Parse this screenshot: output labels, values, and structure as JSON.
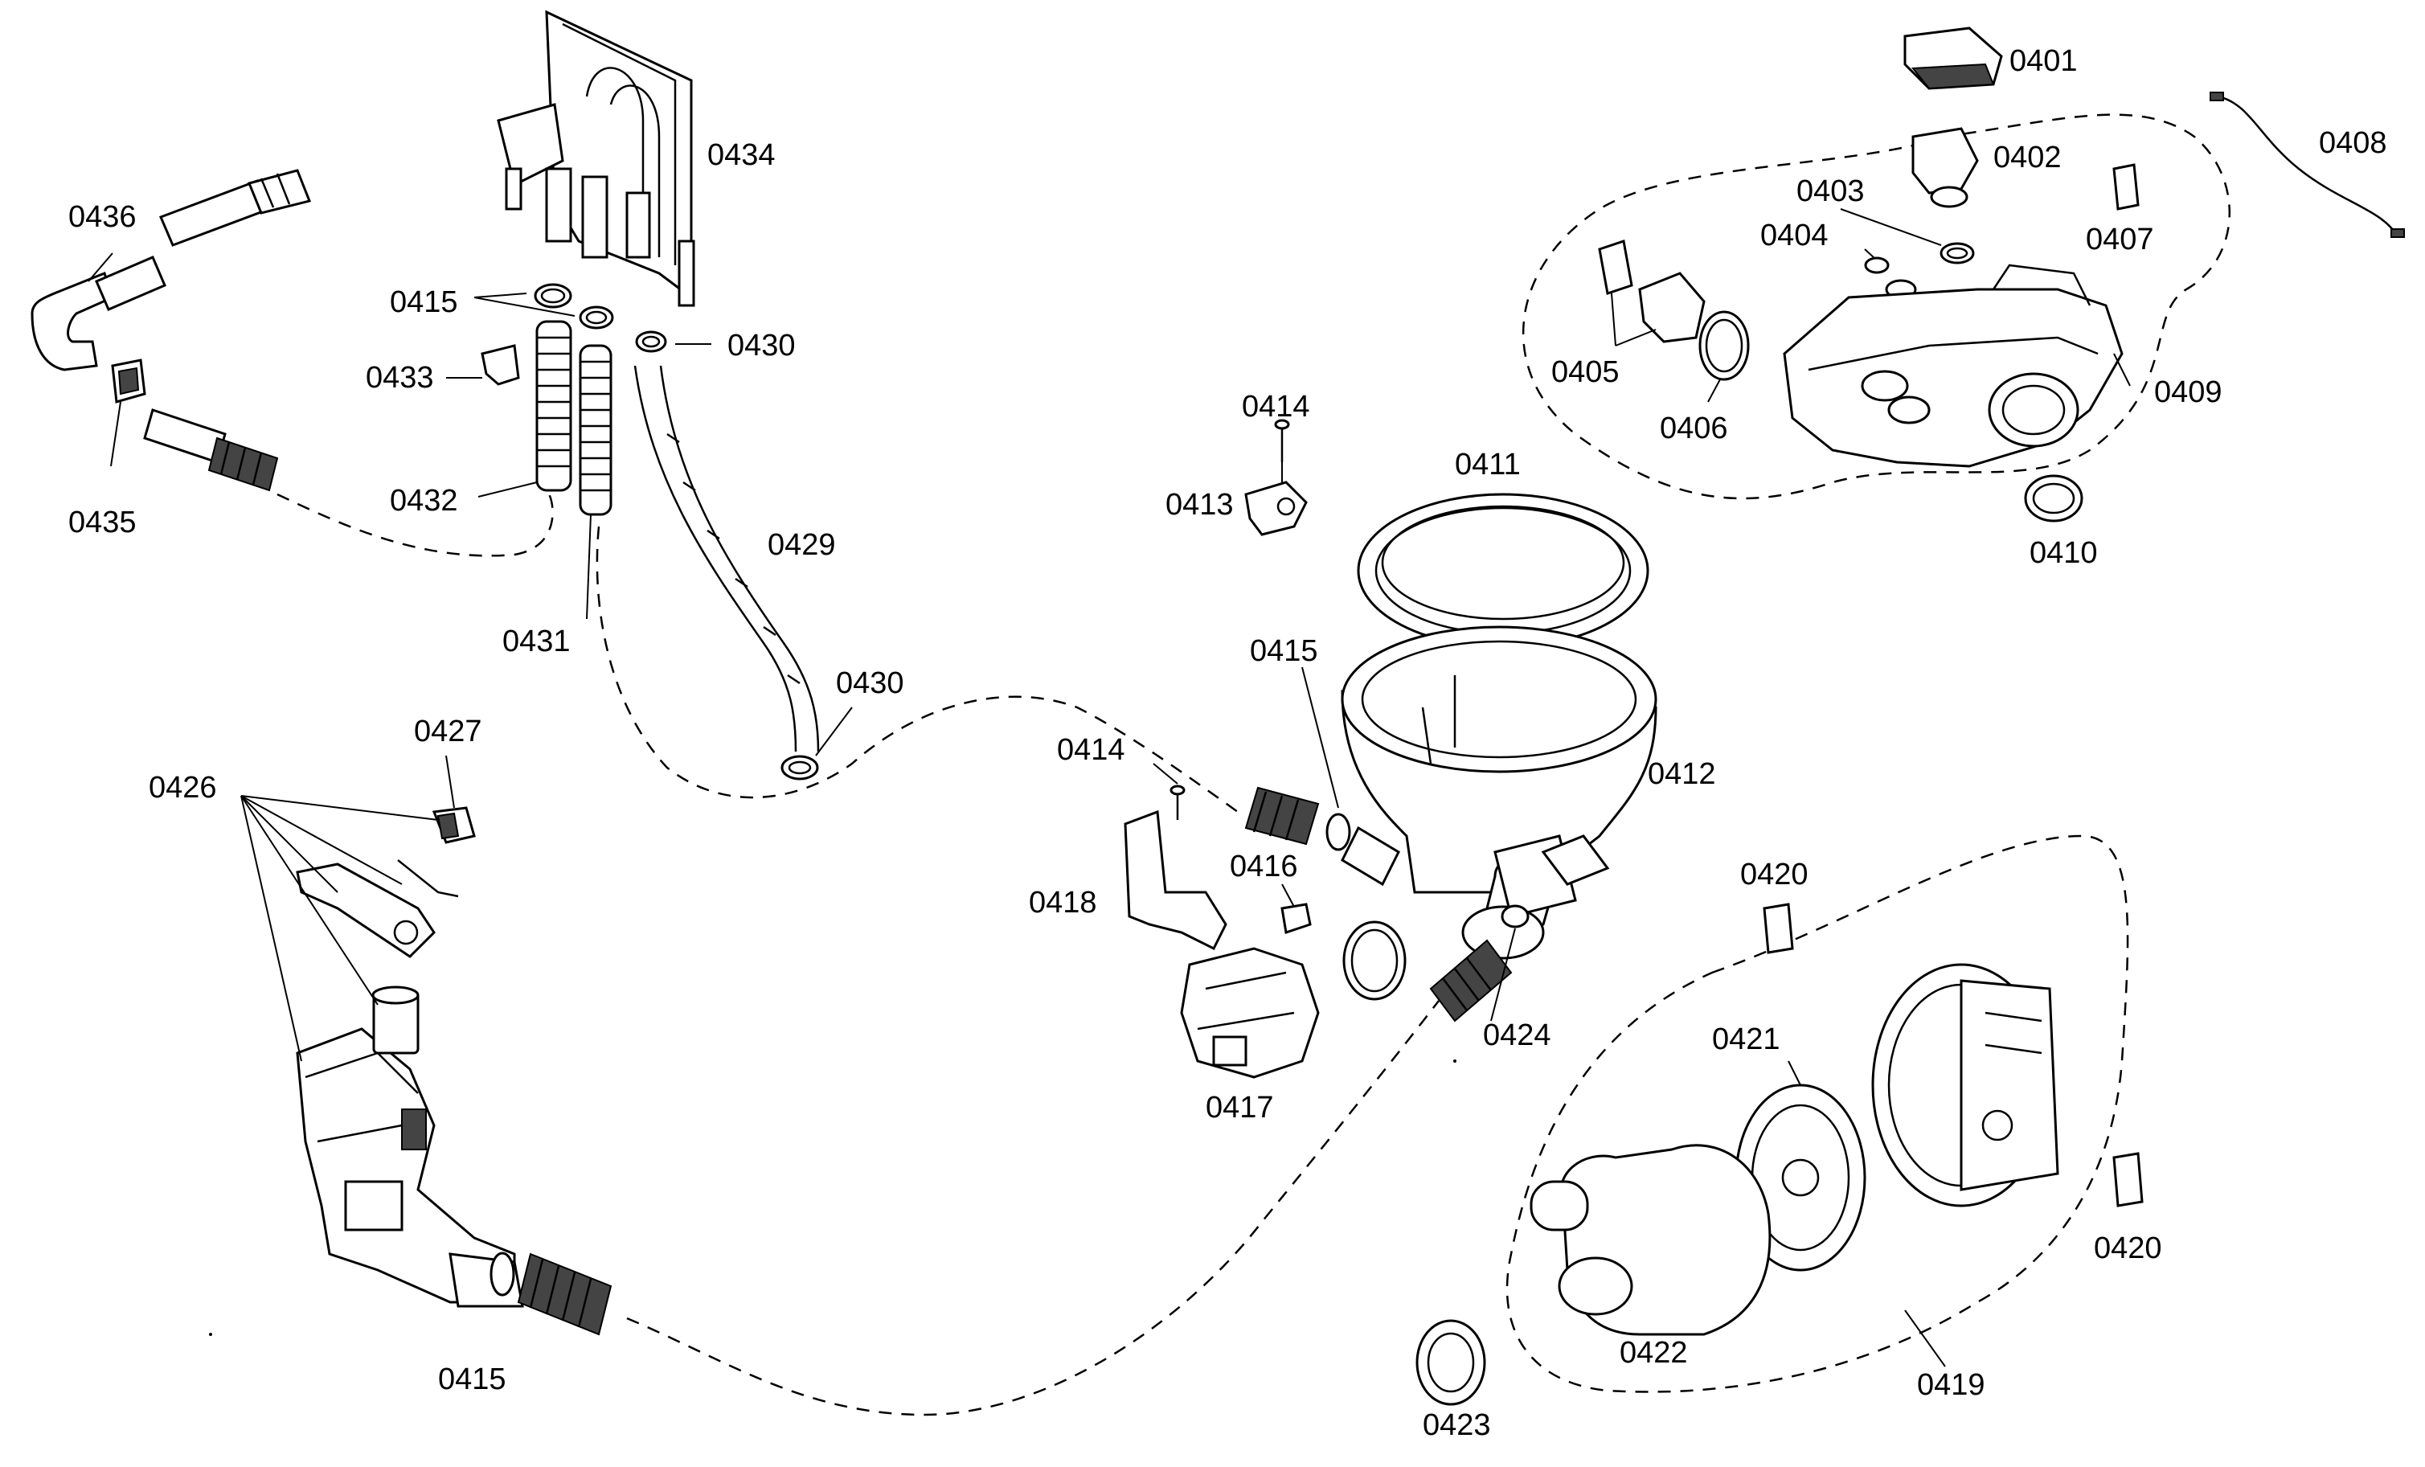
{
  "labels": {
    "p0401": "0401",
    "p0402": "0402",
    "p0403": "0403",
    "p0404": "0404",
    "p0405": "0405",
    "p0406": "0406",
    "p0407": "0407",
    "p0408": "0408",
    "p0409": "0409",
    "p0410": "0410",
    "p0411": "0411",
    "p0412": "0412",
    "p0413": "0413",
    "p0414a": "0414",
    "p0414b": "0414",
    "p0415a": "0415",
    "p0415b": "0415",
    "p0415c": "0415",
    "p0416": "0416",
    "p0417": "0417",
    "p0418": "0418",
    "p0419": "0419",
    "p0420a": "0420",
    "p0420b": "0420",
    "p0421": "0421",
    "p0422": "0422",
    "p0423": "0423",
    "p0424": "0424",
    "p0426": "0426",
    "p0427": "0427",
    "p0429": "0429",
    "p0430a": "0430",
    "p0430b": "0430",
    "p0431": "0431",
    "p0432": "0432",
    "p0433": "0433",
    "p0434": "0434",
    "p0435": "0435",
    "p0436": "0436"
  }
}
